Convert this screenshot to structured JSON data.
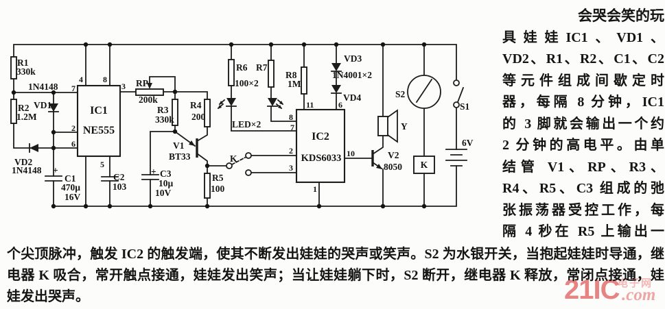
{
  "article": {
    "title_line1": "会哭会笑的玩",
    "title_bold": "具娃娃",
    "line2_rest": "IC1、VD1、",
    "col_lines": [
      "VD2、R1、R2、C1、C2",
      "等元件组成间歇定时",
      "器，每隔 8 分钟，IC1",
      "的 3 脚就会输出一个约",
      "2 分钟的高电平。由单",
      "结管 V1、RP、R3、",
      "R4、R5、C3 组成的弛",
      "张振荡器受控工作，每",
      "隔 4 秒在 R5 上输出一"
    ],
    "bottom_lines": [
      "个尖顶脉冲，触发 IC2 的触发端，使其不断发出娃娃的哭声或笑声。S2 为水银开关，当抱起娃娃时导通，继",
      "电器 K 吸合，常开触点接通，娃娃发出笑声；当让娃娃躺下时，S2 断开，继电器 K 释放，常闭点接通，娃",
      "娃发出哭声。"
    ]
  },
  "watermark": {
    "big": "21IC",
    "com": ".com",
    "tag": "电子网"
  },
  "schematic": {
    "r1": {
      "ref": "R1",
      "val": "330k"
    },
    "r2": {
      "ref": "R2",
      "val": "1.2M"
    },
    "r3": {
      "ref": "R3",
      "val": "330k"
    },
    "r4": {
      "ref": "R4",
      "val": "200"
    },
    "r5": {
      "ref": "R5",
      "val": "100"
    },
    "r6": {
      "ref": "R6"
    },
    "r7": {
      "ref": "R7"
    },
    "r67_val": "100×2",
    "r8": {
      "ref": "R8",
      "val": "1M"
    },
    "rp": {
      "ref": "RP",
      "val": "200k"
    },
    "c1": {
      "plus": "+",
      "ref": "C1",
      "val": "470µ",
      "volt": "16V"
    },
    "c2": {
      "ref": "C2",
      "val": "103"
    },
    "c3": {
      "plus": "+",
      "ref": "C3",
      "val": "10µ",
      "volt": "10V"
    },
    "vd1": {
      "ref": "VD1",
      "part": "1N4148"
    },
    "vd2": {
      "ref": "VD2",
      "part": "1N4148"
    },
    "vd3": {
      "ref": "VD3"
    },
    "vd4": {
      "ref": "VD4"
    },
    "vd34_part": "1N4001×2",
    "led_label": "LED×2",
    "v1": {
      "ref": "V1",
      "part": "BT33"
    },
    "v2": {
      "ref": "V2",
      "part": "8050"
    },
    "ic1": {
      "ref": "IC1",
      "part": "NE555",
      "p2": "2",
      "p3": "3",
      "p4": "4",
      "p5": "5",
      "p6": "6",
      "p7": "7",
      "p8": "8"
    },
    "ic2": {
      "ref": "IC2",
      "part": "KDS6033",
      "p1": "1",
      "p2": "2",
      "p3": "3",
      "p6": "6",
      "p7": "7",
      "p8": "8",
      "p10": "10",
      "p11": "11"
    },
    "k_contact": "K",
    "k_relay": "K",
    "s1": "S1",
    "s2": "S2",
    "speaker": "Y",
    "battery": "6V"
  }
}
